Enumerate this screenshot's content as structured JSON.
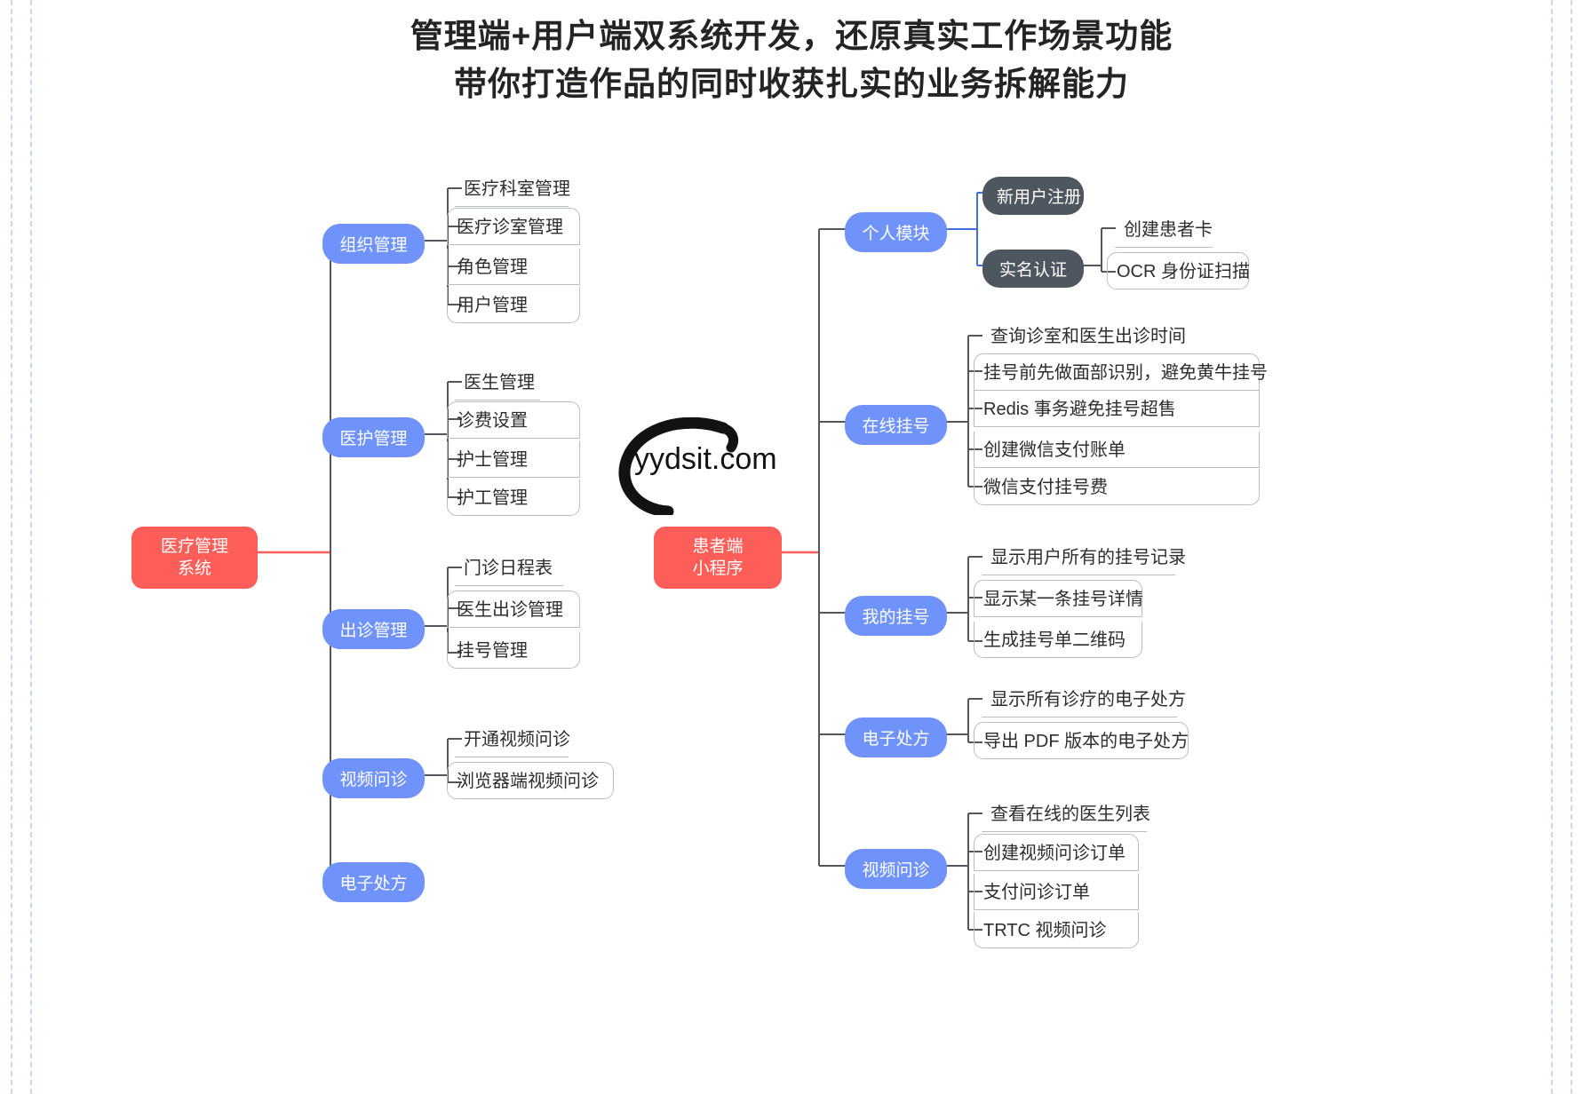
{
  "title": {
    "line1": "管理端+用户端双系统开发，还原真实工作场景功能",
    "line2": "带你打造作品的同时收获扎实的业务拆解能力"
  },
  "watermark": {
    "text": "yydsit.com"
  },
  "colors": {
    "root": "#fd5e58",
    "branch": "#6f93fb",
    "dark": "#4e5660",
    "leaf_border": "#b9bec6",
    "wire": "#54585c",
    "wire_blue": "#3f6fe0",
    "wire_red": "#fd5e58",
    "title": "#222426"
  },
  "mindmap": {
    "root_left": {
      "label_line1": "医疗管理",
      "label_line2": "系统"
    },
    "root_right": {
      "label_line1": "患者端",
      "label_line2": "小程序"
    },
    "left_branches": [
      {
        "label": "组织管理",
        "leaves": [
          "医疗科室管理",
          "医疗诊室管理",
          "角色管理",
          "用户管理"
        ]
      },
      {
        "label": "医护管理",
        "leaves": [
          "医生管理",
          "诊费设置",
          "护士管理",
          "护工管理"
        ]
      },
      {
        "label": "出诊管理",
        "leaves": [
          "门诊日程表",
          "医生出诊管理",
          "挂号管理"
        ]
      },
      {
        "label": "视频问诊",
        "leaves": [
          "开通视频问诊",
          "浏览器端视频问诊"
        ]
      },
      {
        "label": "电子处方",
        "leaves": []
      }
    ],
    "right_branches": [
      {
        "label": "个人模块",
        "dark_children": [
          {
            "label": "新用户注册",
            "leaves": []
          },
          {
            "label": "实名认证",
            "leaves": [
              "创建患者卡",
              "OCR 身份证扫描"
            ]
          }
        ]
      },
      {
        "label": "在线挂号",
        "leaves": [
          "查询诊室和医生出诊时间",
          "挂号前先做面部识别，避免黄牛挂号",
          "Redis 事务避免挂号超售",
          "创建微信支付账单",
          "微信支付挂号费"
        ]
      },
      {
        "label": "我的挂号",
        "leaves": [
          "显示用户所有的挂号记录",
          "显示某一条挂号详情",
          "生成挂号单二维码"
        ]
      },
      {
        "label": "电子处方",
        "leaves": [
          "显示所有诊疗的电子处方",
          "导出 PDF 版本的电子处方"
        ]
      },
      {
        "label": "视频问诊",
        "leaves": [
          "查看在线的医生列表",
          "创建视频问诊订单",
          "支付问诊订单",
          "TRTC 视频问诊"
        ]
      }
    ]
  }
}
